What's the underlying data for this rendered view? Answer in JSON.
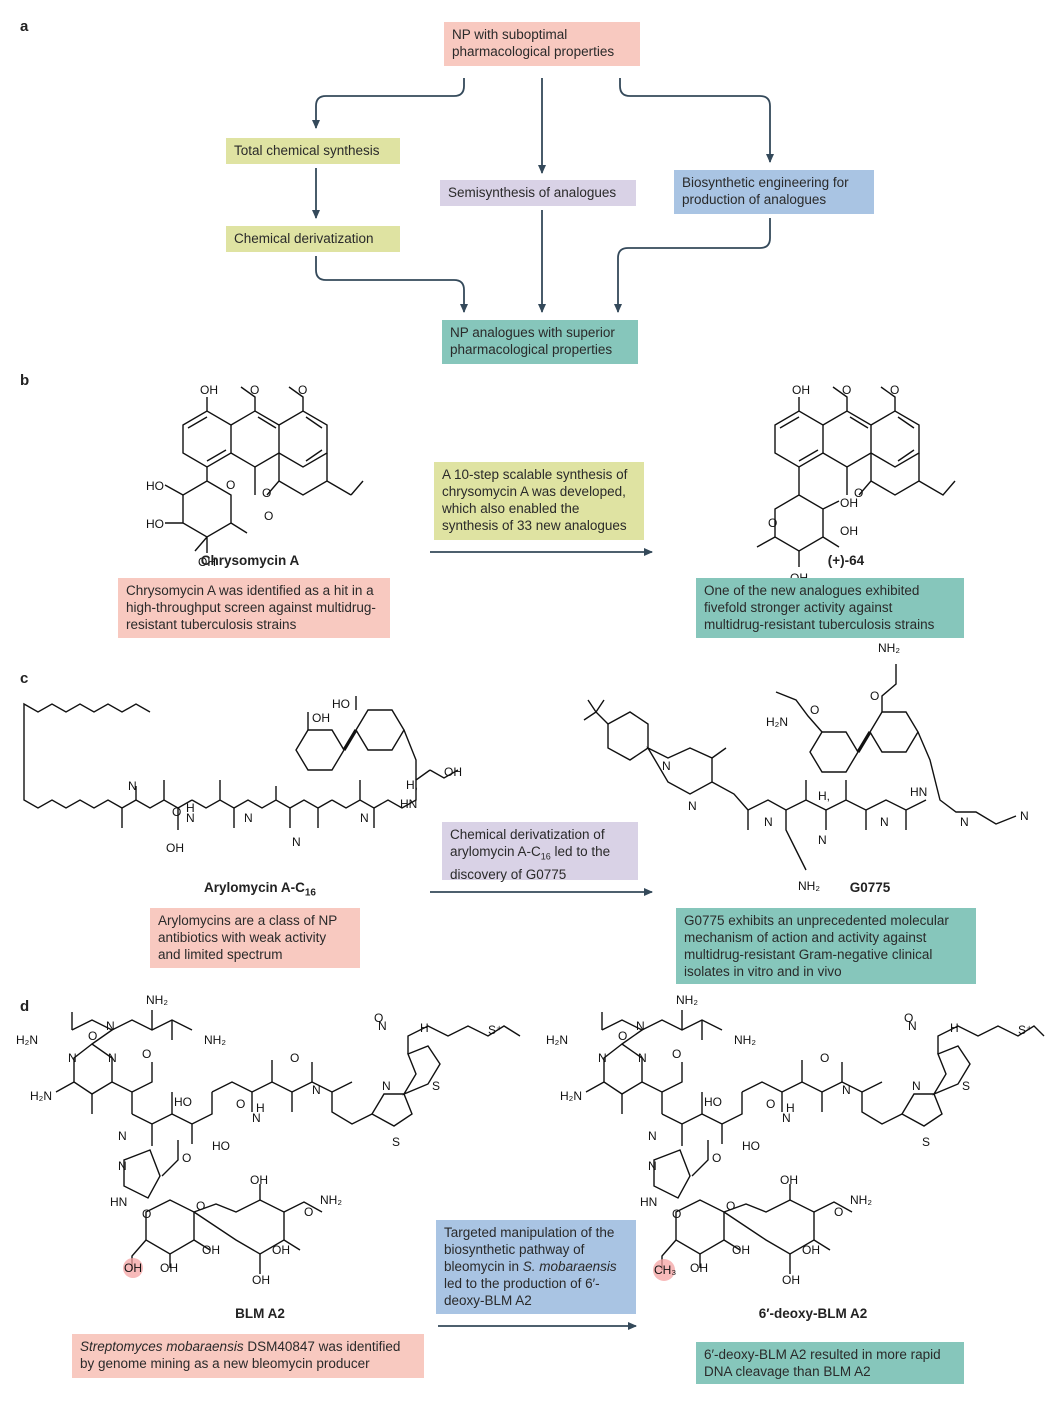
{
  "panels": {
    "a": "a",
    "b": "b",
    "c": "c",
    "d": "d"
  },
  "panel_a": {
    "np_start": "NP with suboptimal pharmacological properties",
    "total_synthesis": "Total chemical synthesis",
    "chemical_derivatization": "Chemical derivatization",
    "semisynthesis": "Semisynthesis of analogues",
    "biosynthetic": "Biosynthetic engineering for production of analogues",
    "np_end": "NP analogues with superior pharmacological properties"
  },
  "panel_b": {
    "left_name": "Chrysomycin A",
    "right_name": "(+)-64",
    "arrow_text": "A 10-step scalable synthesis of chrysomycin A was developed, which also enabled the synthesis of 33 new analogues",
    "left_note": "Chrysomycin A was identified  as a hit in a high-throughput screen against multidrug-resistant tuberculosis strains",
    "right_note": "One of the new analogues exhibited fivefold stronger activity against multidrug-resistant tuberculosis strains"
  },
  "panel_c": {
    "left_name": "Arylomycin A-C",
    "left_name_sub": "16",
    "right_name": "G0775",
    "arrow_text_1": "Chemical derivatization of arylomycin A-C",
    "arrow_text_sub": "16",
    "arrow_text_2": " led to the discovery of G0775",
    "left_note": "Arylomycins are a class of NP antibiotics with weak activity and limited spectrum",
    "right_note": "G0775 exhibits an unprecedented molecular mechanism of action and activity against multidrug-resistant Gram-negative clinical isolates in vitro and in vivo"
  },
  "panel_d": {
    "left_name": "BLM A2",
    "right_name": "6′-deoxy-BLM A2",
    "arrow_text_1": "Targeted manipulation of the biosynthetic pathway of bleomycin in ",
    "arrow_text_italic": "S. mobaraensis",
    "arrow_text_2": " led to the production of 6′-deoxy-BLM A2",
    "left_note_italic": "Streptomyces mobaraensis",
    "left_note_rest": " DSM40847 was identified by genome mining as a new bleomycin producer",
    "right_note": "6′-deoxy-BLM A2 resulted in more rapid DNA cleavage than BLM A2"
  },
  "atoms": {
    "oh": "OH",
    "ho": "HO",
    "o": "O",
    "n": "N",
    "h": "H",
    "hn": "HN",
    "nh": "NH",
    "h2n": "H₂N",
    "nh2": "NH₂",
    "s": "S",
    "s_plus": "S⁺",
    "ch3": "CH₃",
    "h_ring": "H,"
  },
  "colors": {
    "pink": "#f8c9c0",
    "olive": "#dfe3a2",
    "lavender": "#d9d2e6",
    "blue": "#a9c4e3",
    "teal": "#86c6bb",
    "arrow": "#34495a",
    "highlight": "#f4a3a3"
  }
}
